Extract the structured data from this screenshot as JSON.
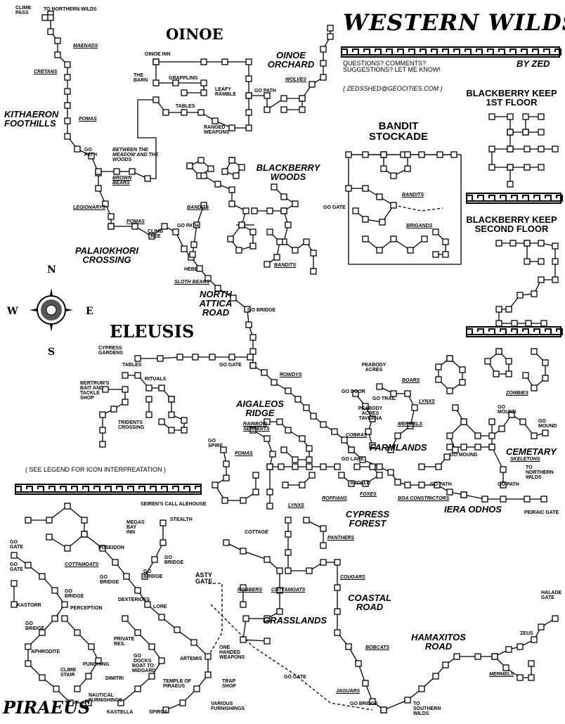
{
  "title": "WESTERN WILDS",
  "author": "BY ZED",
  "questions": "QUESTIONS? COMMENTS? SUGGESTIONS? LET ME KNOW!",
  "email": "( ZEDSSHED@GEOCITIES.COM )",
  "legend_note": "( SEE LEGEND FOR ICON INTERPREATATION )",
  "regions": {
    "oinoe": "OINOE",
    "eleusis": "ELEUSIS",
    "piraeus": "PIRAEUS",
    "oinoe_orchard": "OINOE ORCHARD",
    "bandit_stockade": "BANDIT STOCKADE",
    "blackberry_keep_1": "BLACKBERRY KEEP 1ST FLOOR",
    "blackberry_keep_2": "BLACKBERRY KEEP SECOND FLOOR",
    "blackberry_woods": "BLACKBERRY WOODS",
    "kithaeron": "KITHAERON FOOTHILLS",
    "palaiokhori": "PALAIOKHORI CROSSING",
    "north_attica": "NORTH ATTICA ROAD",
    "aigaleos": "AIGALEOS RIDGE",
    "farmlands": "FARMLANDS",
    "cemetary": "CEMETARY",
    "cypress_forest": "CYPRESS FOREST",
    "iera_odhos": "IERA ODHOS",
    "coastal_road": "COASTAL ROAD",
    "grasslands": "GRASSLANDS",
    "hamaxitos": "HAMAXITOS ROAD"
  },
  "compass": {
    "n": "N",
    "s": "S",
    "e": "E",
    "w": "W"
  },
  "mobs": {
    "maenads": "MAENADS",
    "cretans": "CRETANS",
    "pomas_1": "POMAS",
    "brown_bears": "BROWN BEARS",
    "legionarys": "LEGIONARYS",
    "pomas_2": "POMAS",
    "wolves": "WOLVES",
    "bandits_1": "BANDITS",
    "bandits_2": "BANDITS",
    "bandits_3": "BANDITS",
    "brigands": "BRIGANDS",
    "sloth_bears": "SLOTH BEARS",
    "rowdys": "ROWDYS",
    "rainbow_serpents": "RAINBOW SERPENTS",
    "pomas_3": "POMAS",
    "boars": "BOARS",
    "lynxs_1": "LYNXS",
    "mermels_1": "MERMELS",
    "cobras": "COBRAS",
    "zombies": "ZOMBIES",
    "skeletons": "SKELETONS",
    "roffians": "ROFFIANS",
    "foxes": "FOXES",
    "boa_constrictors": "BOA CONSTRICTORS",
    "lynxs_2": "LYNXS",
    "panthers": "PANTHERS",
    "cougars": "COUGARS",
    "robbers": "ROBBERS",
    "cottamoats_1": "COTTAMOATS",
    "cottamoats_2": "COTTAMOATS",
    "bobcats": "BOBCATS",
    "jaguars": "JAGUARS",
    "mermels_2": "MERMELS"
  },
  "labels": {
    "climb_pass": "CLIMB PASS",
    "to_northern_wilds": "TO NORTHERN WILDS",
    "oinoe_inn": "OINOE INN",
    "the_barn": "THE BARN",
    "grappling": "GRAPPLING",
    "leafy_ramble": "LEAFY RAMBLE",
    "tables_1": "TABLES",
    "ranged_weapons": "RANGED WEAPONS",
    "go_path_1": "GO PATH",
    "go_path_2": "GO PATH",
    "between": "BETWEEN THE MEADOW AND THE WOODS",
    "go_path_3": "GO PATH",
    "climb_tree": "CLIMB TREE",
    "go_gate_1": "GO GATE",
    "hebe": "HEBE",
    "go_bridge_1": "GO BRIDGE",
    "cypress_gardens": "CYPRESS GARDENS",
    "tables_2": "TABLES",
    "rituals": "RITUALS",
    "bertrums": "BERTRUM'S BAIT AND TACKLE SHOP",
    "tridents": "TRIDENTS CROSSING",
    "go_gate_2": "GO GATE",
    "peabody_acres": "PEABODY ACRES",
    "go_door": "GO DOOR",
    "go_trail": "GO TRAIL",
    "peabody_taverna": "PEABODY ACRES TAVERNA",
    "go_spire": "GO SPIRE",
    "go_lake": "GO LAKE",
    "apollo": "APOLLO",
    "go_mound_1": "GO MOUND",
    "go_mound_2": "GO MOUND",
    "go_mound_3": "GO MOUND",
    "go_path_4": "GO PATH",
    "go_path_5": "GO PATH",
    "to_northern_wilds_2": "TO NORTHERN WILDS",
    "peiraic_gate": "PEIRAIC GATE",
    "cottage": "COTTAGE",
    "halade_gate": "HALADE GATE",
    "zeus": "ZEUS",
    "go_gate_3": "GO GATE",
    "go_bridge_2": "GO BRIDGE",
    "to_southern_wilds": "TO SOUTHERN WILDS",
    "sirens_call": "SEIREN'S CALL ALEHOUSE",
    "megas_bay_inn": "MEGAS BAY INN",
    "stealth": "STEALTH",
    "poseidon": "POSEIDON",
    "go_bridge_3": "GO BRIDGE",
    "go_bridge_4": "GO BRIDGE",
    "go_bridge_5": "GO BRIDGE",
    "go_bridge_6": "GO BRIDGE",
    "go_bridge_7": "GO BRIDGE",
    "kastorr": "KASTORR",
    "perception": "PERCEPTION",
    "dexterity": "DEXTERIOES",
    "lore": "LORE",
    "asty_gate": "ASTY GATE",
    "private_res": "PRIVATE RES.",
    "aphrodite": "APHRODITE",
    "punching": "PUNCHING",
    "boat": "BOAT TO MIDGARD",
    "artemis": "ARTEMIS",
    "one_handed": "ONE HANDED WEAPONS",
    "climb_stair": "CLIMB STAIR",
    "dimitri": "DIMITRI",
    "temple": "TEMPLE OF PIRAEUS",
    "trap_shop": "TRAP SHOP",
    "nautical": "NAUTICAL FURNISHINGS",
    "kastella": "KASTELLA",
    "spiros": "SPIROS",
    "various": "VARIOUS FURNISHINGS",
    "go_gate_4": "GO GATE",
    "go_gate_5": "GO GATE",
    "go_docks": "GO DOCKS"
  }
}
